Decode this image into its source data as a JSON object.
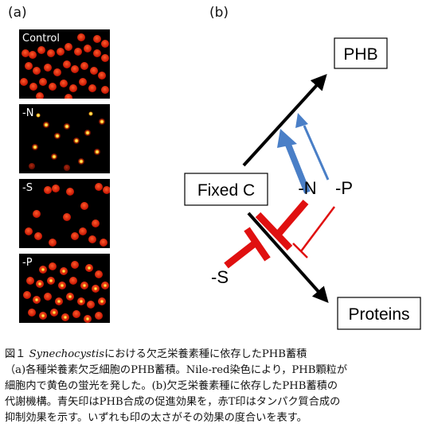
{
  "panel_a": {
    "label": "(a)",
    "images": [
      {
        "label": "Control"
      },
      {
        "label": "-N"
      },
      {
        "label": "-S"
      },
      {
        "label": "-P"
      }
    ]
  },
  "panel_b": {
    "label": "(b)",
    "nodes": {
      "phb": "PHB",
      "fixed_c": "Fixed C",
      "proteins": "Proteins",
      "n": "-N",
      "p": "-P",
      "s": "-S"
    },
    "colors": {
      "promote": "#4a7fc7",
      "inhibit": "#e01010",
      "flux": "#000000"
    }
  },
  "caption": {
    "title_prefix": "図１ ",
    "title_species": "Synechocystis",
    "title_rest": "における欠乏栄養素種に依存したPHB蓄積",
    "line1": "（a)各種栄養素欠乏細胞のPHB蓄積。Nile-red染色により，PHB顆粒が",
    "line2": "細胞内で黄色の蛍光を発した。(b)欠乏栄養素種に依存したPHB蓄積の",
    "line3": "代謝機構。青矢印はPHB合成の促進効果を，赤T印はタンパク質合成の",
    "line4": "抑制効果を示す。いずれも印の太さがその効果の度合いを表す。"
  }
}
